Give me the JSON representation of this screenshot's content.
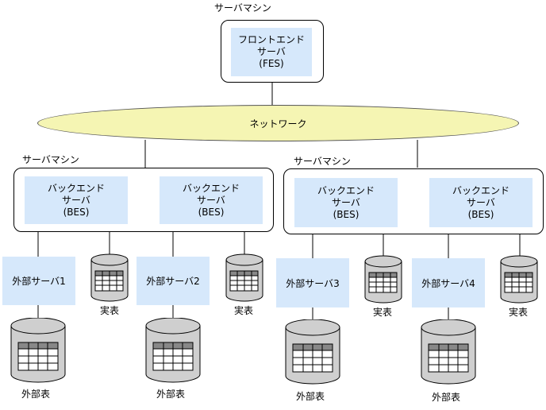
{
  "fes_machine": {
    "title": "サーバマシン",
    "server": {
      "line1": "フロントエンド",
      "line2": "サーバ",
      "line3": "(FES)"
    }
  },
  "network": {
    "label": "ネットワーク"
  },
  "machines": [
    {
      "title": "サーバマシン",
      "bes": [
        {
          "line1": "バックエンド",
          "line2": "サーバ",
          "line3": "(BES)",
          "external_server": "外部サーバ1",
          "external_table": "外部表",
          "real_table": "実表"
        },
        {
          "line1": "バックエンド",
          "line2": "サーバ",
          "line3": "(BES)",
          "external_server": "外部サーバ2",
          "external_table": "外部表",
          "real_table": "実表"
        }
      ]
    },
    {
      "title": "サーバマシン",
      "bes": [
        {
          "line1": "バックエンド",
          "line2": "サーバ",
          "line3": "(BES)",
          "external_server": "外部サーバ3",
          "external_table": "外部表",
          "real_table": "実表"
        },
        {
          "line1": "バックエンド",
          "line2": "サーバ",
          "line3": "(BES)",
          "external_server": "外部サーバ4",
          "external_table": "外部表",
          "real_table": "実表"
        }
      ]
    }
  ],
  "colors": {
    "server_fill": "#d6e8fb",
    "network_fill": "#f5f5b3",
    "db_fill": "#cfcfcf"
  }
}
